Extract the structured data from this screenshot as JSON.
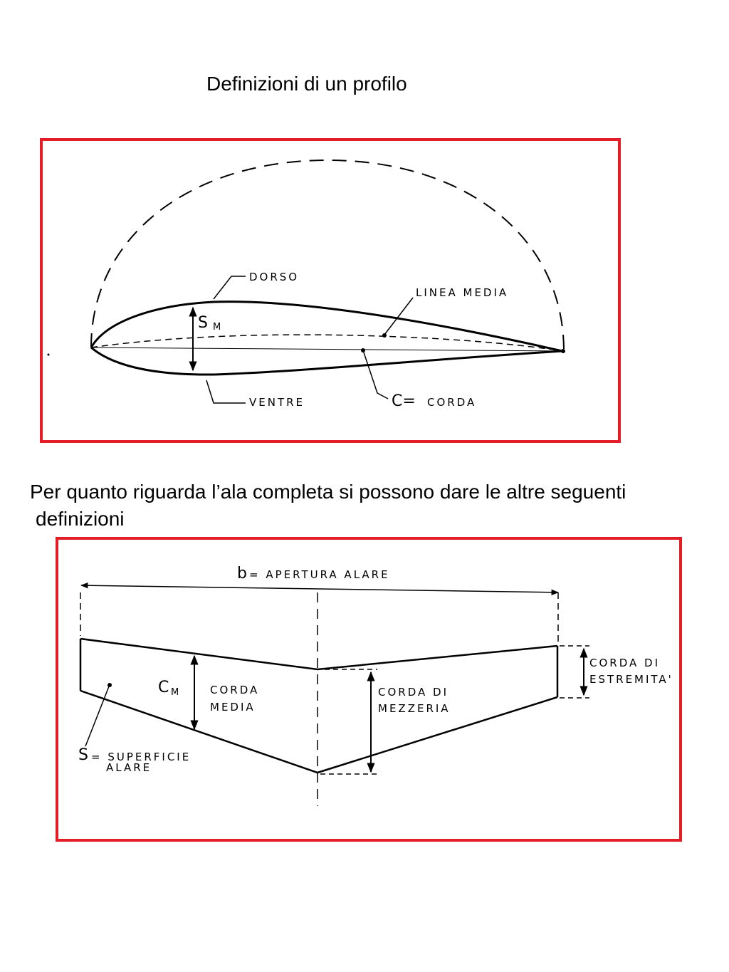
{
  "heading": "Definizioni di un profilo",
  "paragraph_line1": "Per quanto riguarda l’ala completa si possono dare le altre seguenti",
  "paragraph_line2": "definizioni",
  "profile_diagram": {
    "dorso": "DORSO",
    "linea_media": "LINEA  MEDIA",
    "sm_main": "S",
    "sm_sub": "M",
    "ventre": "VENTRE",
    "corda_c": "C=",
    "corda_text": "CORDA"
  },
  "wing_diagram": {
    "b_main": "b",
    "b_text": "= APERTURA  ALARE",
    "cm_main": "C",
    "cm_sub": "M",
    "corda_media_1": "CORDA",
    "corda_media_2": "MEDIA",
    "corda_mezzeria_1": "CORDA  DI",
    "corda_mezzeria_2": "MEZZERIA",
    "corda_estremita_1": "CORDA  DI",
    "corda_estremita_2": "ESTREMITA'",
    "s_main": "S",
    "s_text1": "= SUPERFICIE",
    "s_text2": "ALARE"
  },
  "colors": {
    "frame": "#e41e26",
    "ink": "#000000"
  }
}
